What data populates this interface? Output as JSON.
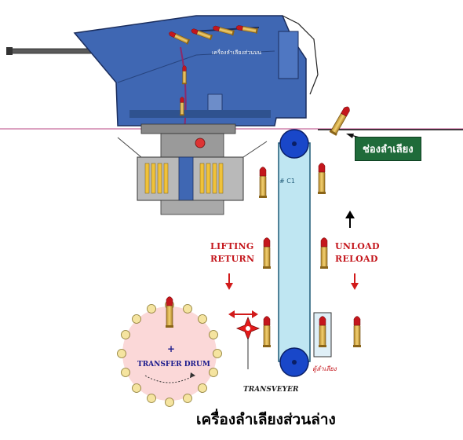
{
  "turret_label": "เครื่องลำเลียงส่วนบน",
  "callout_label": "ช่องลำเลียง",
  "lifting_return": [
    "LIFTING",
    "RETURN"
  ],
  "unload_reload": [
    "UNLOAD",
    "RELOAD"
  ],
  "drum_label": "TRANSFER DRUM",
  "drum_plus": "+",
  "transveyer_label": "TRANSVEYER",
  "box_label": "ตู้ลำเลียง",
  "conveyor_mark": "# C1",
  "caption": "เครื่องลำเลียงส่วนล่าง",
  "colors": {
    "hull_blue": "#3f67b3",
    "conveyor": "#bfe6f2",
    "wheel": "#1947c9",
    "shell_brass": "#e2b64a",
    "shell_tip": "#c4161c",
    "drum_fill": "#fbd8d8",
    "callout_green": "#1f6b3a"
  }
}
